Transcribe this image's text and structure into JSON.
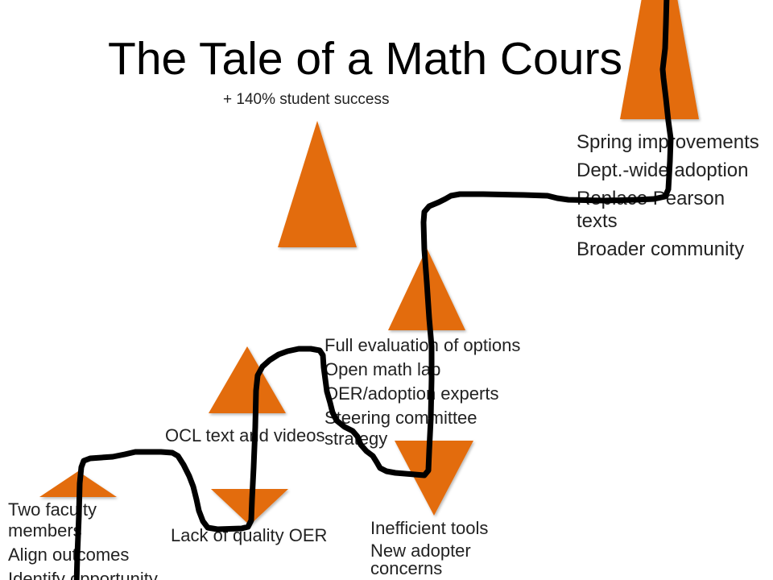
{
  "slide": {
    "title": "The Tale of a Math Cours",
    "annotation": "+ 140% student success",
    "success": {
      "items": [
        "Spring improvements",
        "Dept.-wide adoption",
        "Replace Pearson texts",
        "Broader community"
      ]
    },
    "evaluation": {
      "items": [
        "Full evaluation of options",
        "Open math lab",
        "OER/adoption experts",
        "Steering committee strategy"
      ]
    },
    "resources": {
      "label": "OCL text and videos"
    },
    "setback": {
      "label": "Lack of quality OER"
    },
    "challenges": {
      "items": [
        "Inefficient tools",
        "New adopter concerns"
      ]
    },
    "start": {
      "items": [
        "Two faculty members",
        "Align outcomes",
        "Identify opportunity"
      ]
    }
  },
  "markers": {
    "rise": "up-triangle-icon",
    "fall": "down-triangle-icon"
  },
  "colors": {
    "background": "#FFFFFF",
    "accent": "#E36C0A",
    "path": "#000000",
    "text": "#222222"
  }
}
